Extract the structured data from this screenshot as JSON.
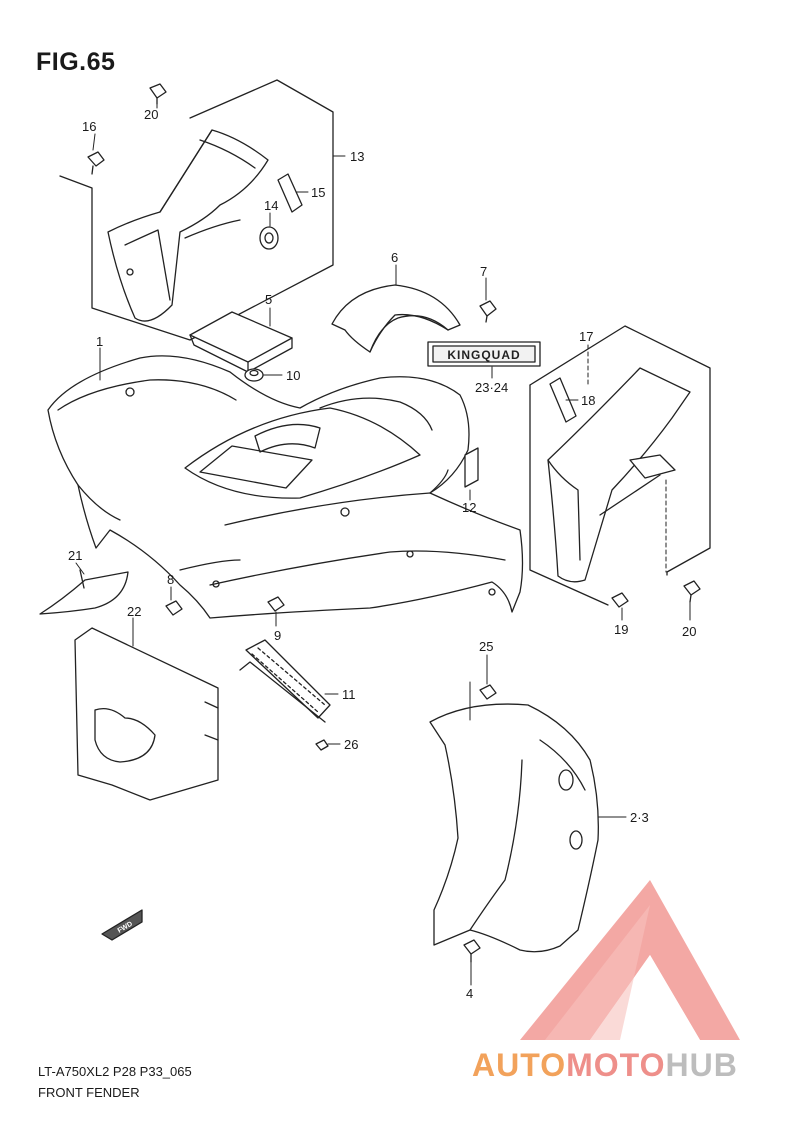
{
  "figure": {
    "title": "FIG.65",
    "model_code": "LT-A750XL2 P28 P33_065",
    "name": "FRONT FENDER"
  },
  "callouts": [
    "1",
    "2·3",
    "4",
    "5",
    "6",
    "7",
    "8",
    "9",
    "10",
    "11",
    "12",
    "13",
    "14",
    "15",
    "16",
    "17",
    "18",
    "19",
    "20",
    "20",
    "20",
    "21",
    "22",
    "23·24",
    "25",
    "26"
  ],
  "decal_text": "KINGQUAD",
  "fwd_label": "FWD",
  "watermark": {
    "part1": "AUTO",
    "part2": "MOTO",
    "part3": "HUB",
    "colors": [
      "#f2a25b",
      "#ee8f8a",
      "#bdbdbd"
    ]
  }
}
